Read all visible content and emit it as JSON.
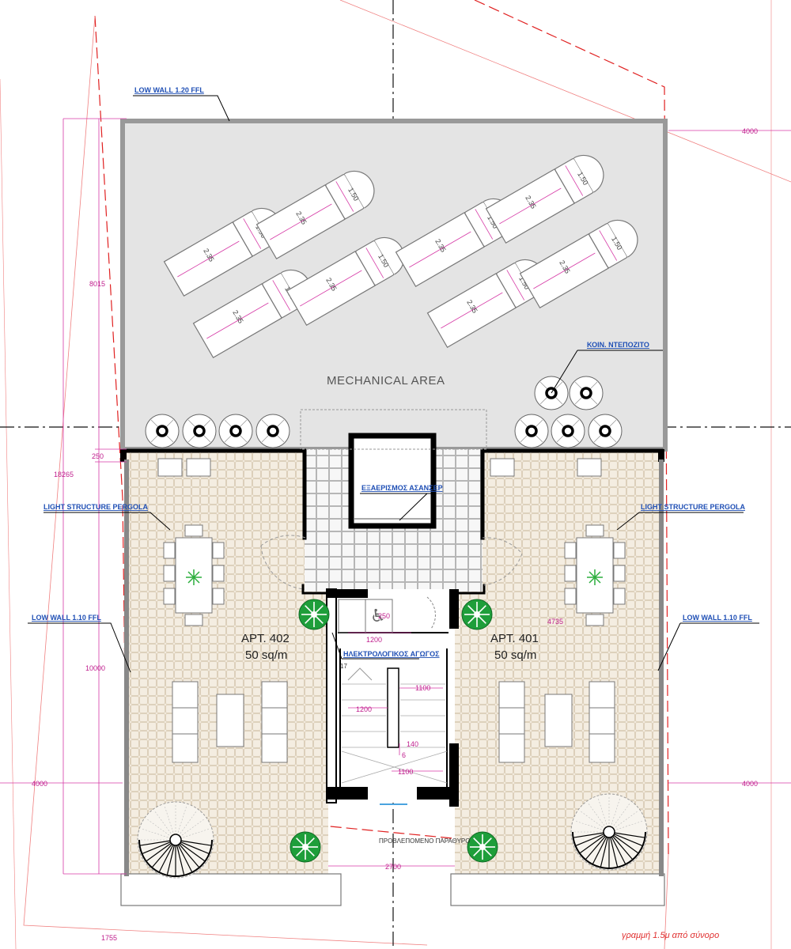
{
  "labels": {
    "low_wall_top": "LOW WALL 1.20 FFL",
    "low_wall_left": "LOW WALL 1.10 FFL",
    "low_wall_right": "LOW WALL 1.10 FFL",
    "pergola_left": "LIGHT STRUCTURE PERGOLA",
    "pergola_right": "LIGHT STRUCTURE PERGOLA",
    "mechanical_area": "MECHANICAL AREA",
    "boiler": "ΚΟΙΝ. ΝΤΕΠΟΖΙΤΟ",
    "elevator_equipment": "ΕΞΑΕΡΙΣΜΟΣ ΑΣΑΝΣΕΡ",
    "electrical_duct": "ΗΛΕΚΤΡΟΛΟΓΙΚΟΣ ΑΓΩΓΟΣ",
    "window_note": "ΠΡΟΒΛΕΠΟΜΕΝΟ ΠΑΡΑΘΥΡΟ",
    "boundary_line": "γραμμή 1.5μ από σύνορο",
    "apt_402_name": "APT. 402",
    "apt_402_area": "50 sq/m",
    "apt_401_name": "APT. 401",
    "apt_401_area": "50 sq/m",
    "stair_step": "17"
  },
  "panel_dims": {
    "length": "2.35",
    "width": "1.50"
  },
  "dimensions": {
    "top_right": "4000",
    "left_8015": "8015",
    "left_250": "250",
    "left_18265": "18265",
    "left_10000": "10000",
    "left_4000": "4000",
    "right_4000": "4000",
    "right_4735": "4735",
    "bottom_1755": "1755",
    "bottom_2700": "2700",
    "core_1200_top": "1200",
    "core_1200_mid": "1200",
    "core_1100_top": "1100",
    "core_1100_bot": "1100",
    "core_140": "140",
    "core_6": "6",
    "core_250": "250"
  },
  "colors": {
    "wall": "#000000",
    "mechanical_fill": "#e6e6e6",
    "terrace_tile": "#f3ece0",
    "tile_line": "#d9ccb6",
    "dimension": "#d63aa6",
    "red_boundary": "#e02020",
    "callout_text": "#1f4fb5",
    "plant": "#1e9e3a"
  }
}
